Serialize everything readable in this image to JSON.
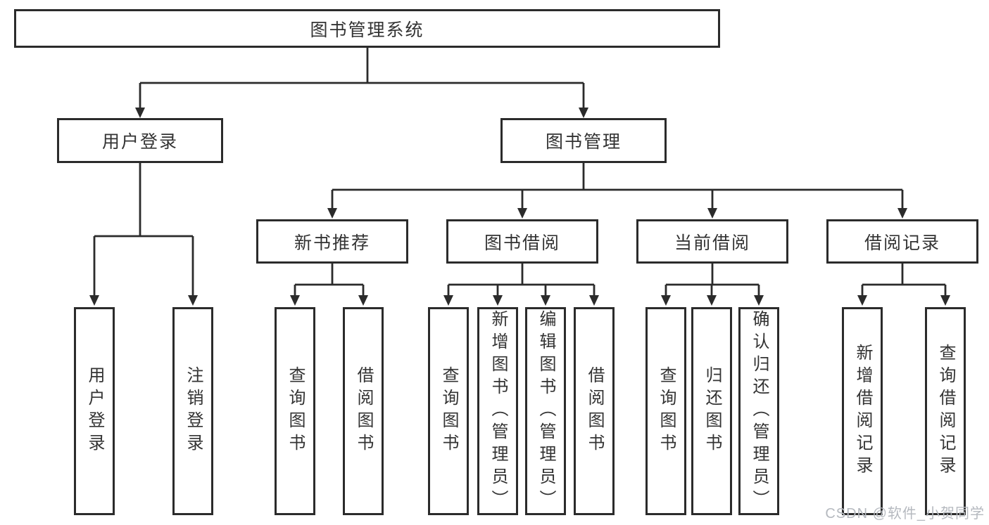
{
  "diagram": {
    "title": "图书管理系统",
    "type": "hierarchy-tree",
    "colors": {
      "line": "#2b2b2b",
      "box_border": "#2b2b2b",
      "text": "#333333",
      "background": "#ffffff",
      "watermark": "#b5b9bf"
    },
    "nodes": {
      "root": {
        "label": "图书管理系统"
      },
      "login": {
        "label": "用户登录"
      },
      "manage": {
        "label": "图书管理"
      },
      "login_user": {
        "label": "用户登录"
      },
      "login_logout": {
        "label": "注销登录"
      },
      "recommend": {
        "label": "新书推荐"
      },
      "borrow": {
        "label": "图书借阅"
      },
      "current": {
        "label": "当前借阅"
      },
      "record": {
        "label": "借阅记录"
      },
      "recommend_query": {
        "label": "查询图书"
      },
      "recommend_borrow": {
        "label": "借阅图书"
      },
      "borrow_query": {
        "label": "查询图书"
      },
      "borrow_add": {
        "label": "新增图书（管理员）"
      },
      "borrow_edit": {
        "label": "编辑图书（管理员）"
      },
      "borrow_lend": {
        "label": "借阅图书"
      },
      "current_query": {
        "label": "查询图书"
      },
      "current_return": {
        "label": "归还图书"
      },
      "current_confirm": {
        "label": "确认归还（管理员）"
      },
      "record_add": {
        "label": "新增借阅记录"
      },
      "record_query": {
        "label": "查询借阅记录"
      }
    },
    "hierarchy": {
      "图书管理系统": {
        "用户登录": [
          "用户登录",
          "注销登录"
        ],
        "图书管理": {
          "新书推荐": [
            "查询图书",
            "借阅图书"
          ],
          "图书借阅": [
            "查询图书",
            "新增图书（管理员）",
            "编辑图书（管理员）",
            "借阅图书"
          ],
          "当前借阅": [
            "查询图书",
            "归还图书",
            "确认归还（管理员）"
          ],
          "借阅记录": [
            "新增借阅记录",
            "查询借阅记录"
          ]
        }
      }
    },
    "watermark": "CSDN @软件_小贺同学"
  }
}
